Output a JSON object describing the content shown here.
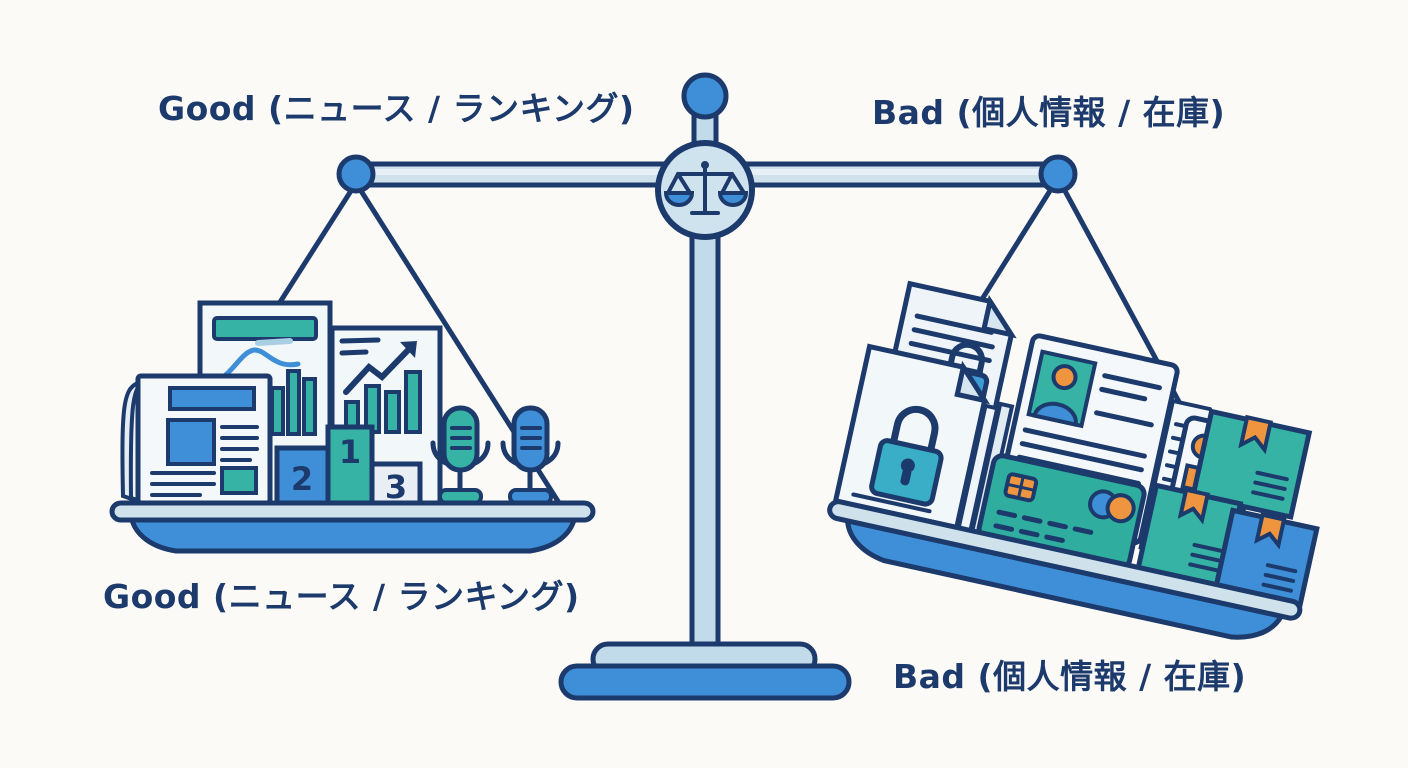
{
  "page": {
    "background": "#fbfaf7"
  },
  "labels": {
    "top_left": "Good (ニュース / ランキング)",
    "top_right": "Bad (個人情報 / 在庫)",
    "bottom_left": "Good (ニュース / ランキング)",
    "bottom_right": "Bad (個人情報 / 在庫)"
  },
  "scale": {
    "type": "balance-scale",
    "state": "right pan hangs lower (Bad side heavier)",
    "left_pan": {
      "label": "Good (ニュース / ランキング)",
      "items": [
        "newspaper",
        "line-chart-document",
        "growth-chart-document",
        "ranking-podium",
        "teal-microphone",
        "blue-microphone"
      ]
    },
    "right_pan": {
      "label": "Bad (個人情報 / 在庫)",
      "items": [
        "locked-documents",
        "padlock",
        "id-card",
        "credit-card",
        "receipt",
        "shipping-label",
        "teal-package-box",
        "teal-package-box",
        "blue-package-box"
      ]
    },
    "podium": {
      "first": "1",
      "second": "2",
      "third": "3"
    }
  },
  "colors": {
    "outline_navy": "#1c3a6b",
    "blue": "#3e8fd8",
    "teal": "#36b3a4",
    "light_fill": "#f2f7fa",
    "rim_fill": "#cfe2ec",
    "pillar_fill": "#c2dbea",
    "orange": "#f0953f",
    "lock_cyan": "#39aec6",
    "background": "#fbfaf7"
  }
}
